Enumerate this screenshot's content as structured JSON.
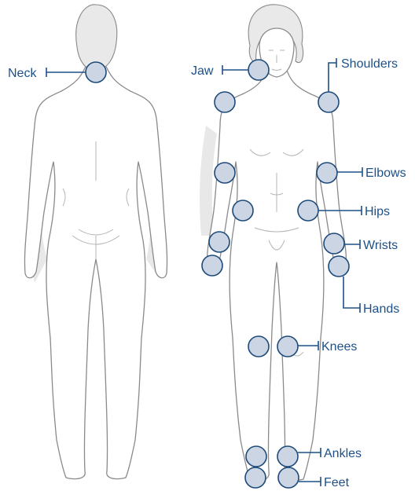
{
  "colors": {
    "label": "#1d5088",
    "leader": "#1d5088",
    "joint_fill": "#cbd5e3",
    "joint_stroke": "#1d4a7a"
  },
  "labels": {
    "neck": "Neck",
    "jaw": "Jaw",
    "shoulders": "Shoulders",
    "elbows": "Elbows",
    "hips": "Hips",
    "wrists": "Wrists",
    "hands": "Hands",
    "knees": "Knees",
    "ankles": "Ankles",
    "feet": "Feet"
  }
}
